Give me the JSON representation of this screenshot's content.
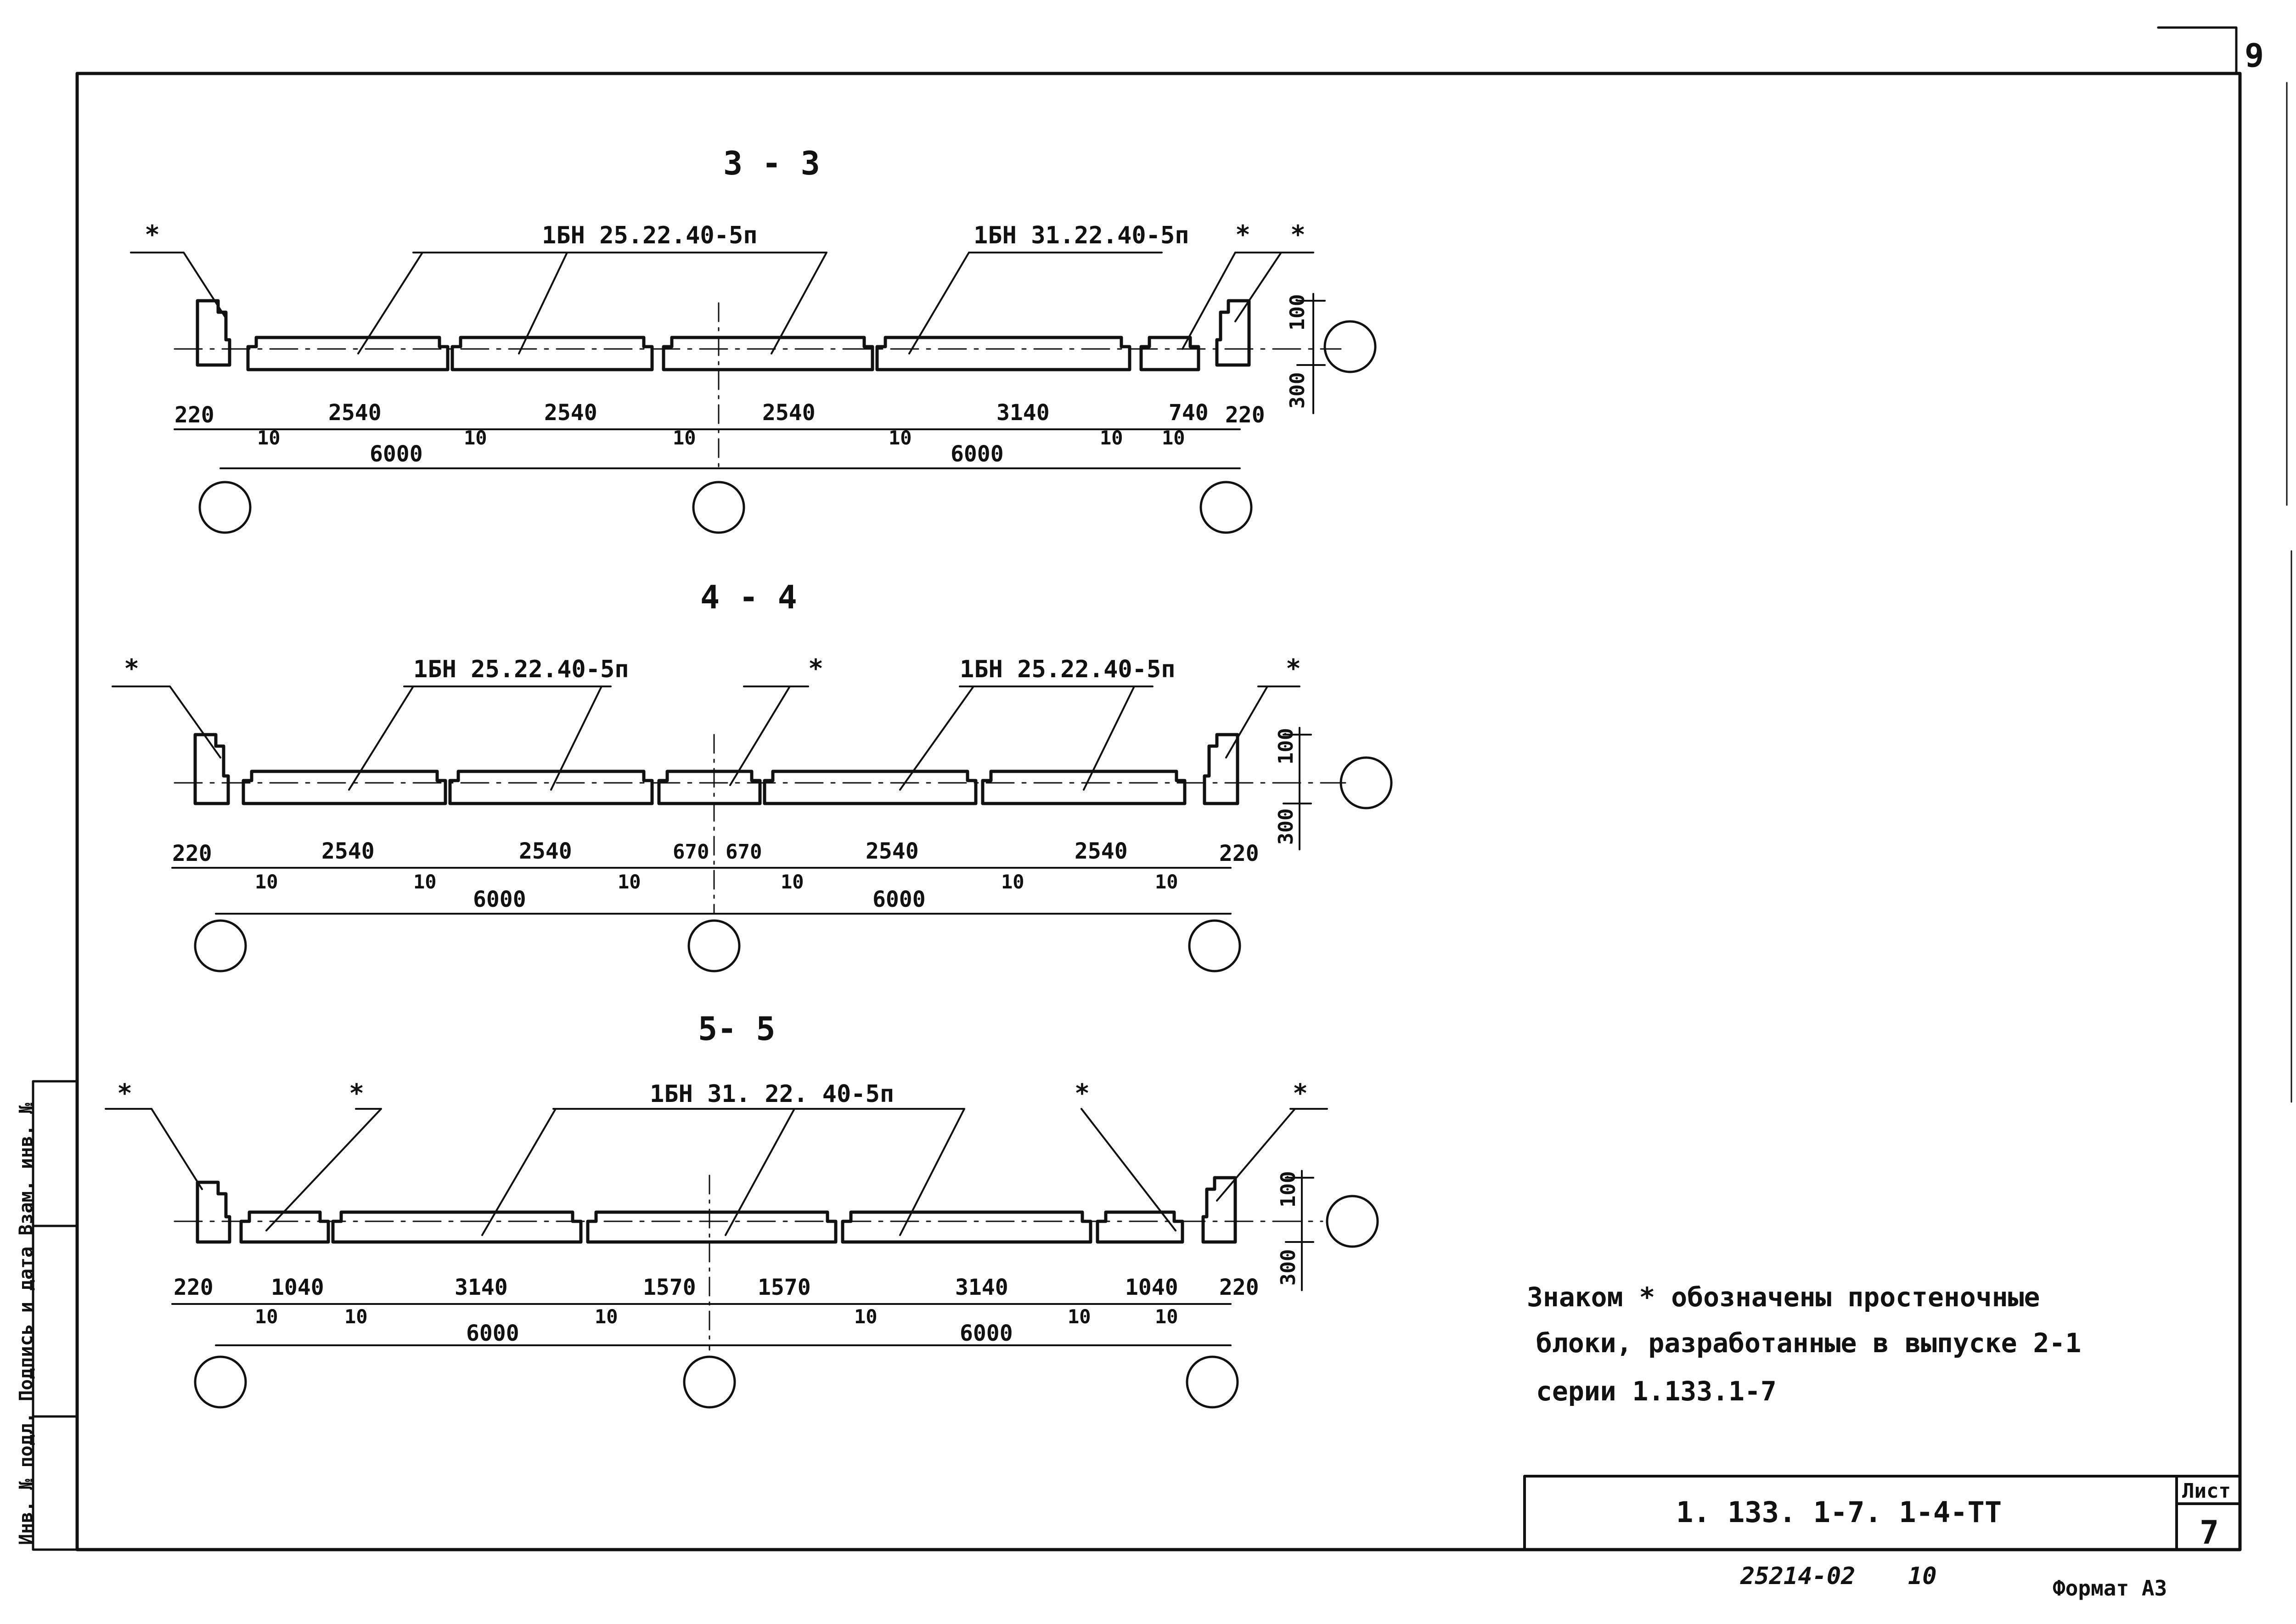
{
  "sheet_number": "9",
  "sections": [
    {
      "title": "3 - 3",
      "labels": [
        {
          "text": "*"
        },
        {
          "text": "1БН 25.22.40-5п"
        },
        {
          "text": "1БН 31.22.40-5п"
        },
        {
          "text": "*"
        },
        {
          "text": "*"
        }
      ],
      "dims_top": [
        "220",
        "2540",
        "2540",
        "2540",
        "3140",
        "740",
        "220"
      ],
      "gaps": [
        "10",
        "10",
        "10",
        "10",
        "10",
        "10"
      ],
      "spans": [
        "6000",
        "6000"
      ],
      "height_dims": [
        "100",
        "300"
      ]
    },
    {
      "title": "4 - 4",
      "labels": [
        {
          "text": "*"
        },
        {
          "text": "1БН 25.22.40-5п"
        },
        {
          "text": "*"
        },
        {
          "text": "1БН 25.22.40-5п"
        },
        {
          "text": "*"
        }
      ],
      "dims_top": [
        "220",
        "2540",
        "2540",
        "670",
        "670",
        "2540",
        "2540",
        "220"
      ],
      "gaps": [
        "10",
        "10",
        "10",
        "10",
        "10",
        "10"
      ],
      "spans": [
        "6000",
        "6000"
      ],
      "height_dims": [
        "100",
        "300"
      ]
    },
    {
      "title": "5- 5",
      "labels": [
        {
          "text": "*"
        },
        {
          "text": "*"
        },
        {
          "text": "1БН 31. 22. 40-5п"
        },
        {
          "text": "*"
        },
        {
          "text": "*"
        }
      ],
      "dims_top": [
        "220",
        "1040",
        "3140",
        "1570",
        "1570",
        "3140",
        "1040",
        "220"
      ],
      "gaps": [
        "10",
        "10",
        "10",
        "10",
        "10",
        "10"
      ],
      "spans": [
        "6000",
        "6000"
      ],
      "height_dims": [
        "100",
        "300"
      ]
    }
  ],
  "note_lines": [
    "Знаком * обозначены простеночные",
    "блоки, разработанные в выпуске 2-1",
    "серии 1.133.1-7"
  ],
  "title_block": {
    "code": "1. 133. 1-7. 1-4-ТТ",
    "sheet_label": "Лист",
    "sheet_value": "7"
  },
  "footer": {
    "inventory": "25214-02",
    "copy": "10",
    "format": "Формат А3"
  },
  "side_stamp": "Инв. № подл.   Подпись и дата   Взам. инв. №"
}
